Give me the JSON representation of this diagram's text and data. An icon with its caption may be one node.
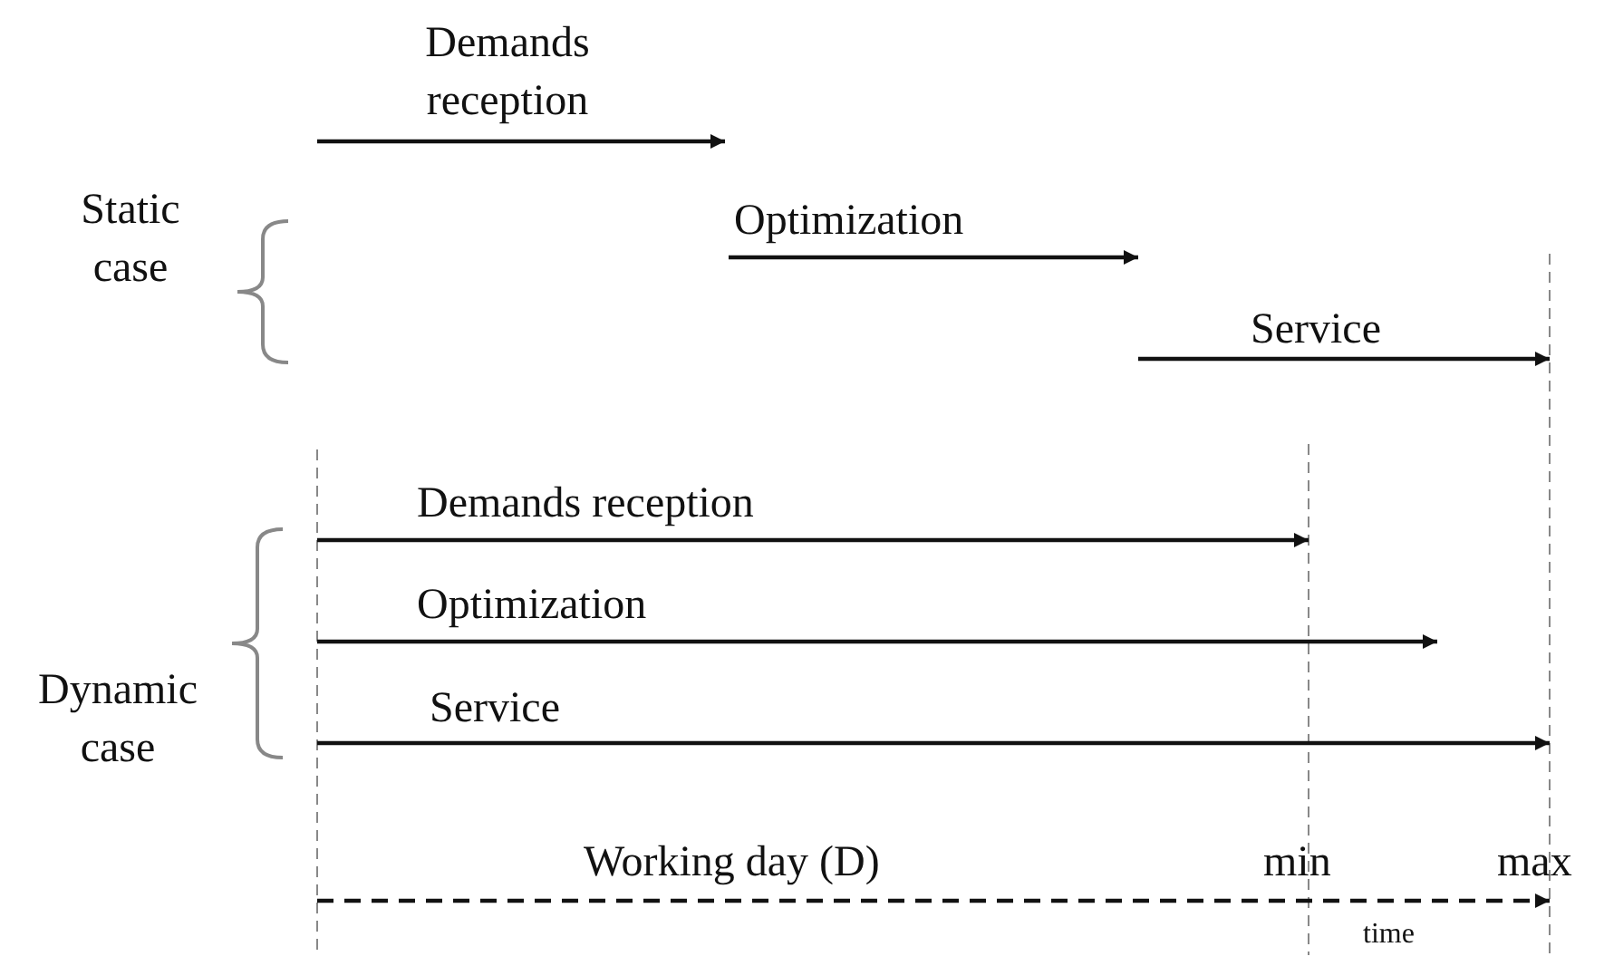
{
  "diagram": {
    "labels": [
      "Demands reception",
      "Static case",
      "Optimization",
      "Service",
      "Demands reception",
      "Optimization",
      "Dynamic case",
      "Service",
      "Working day (D)",
      "min",
      "max",
      "time"
    ]
  }
}
